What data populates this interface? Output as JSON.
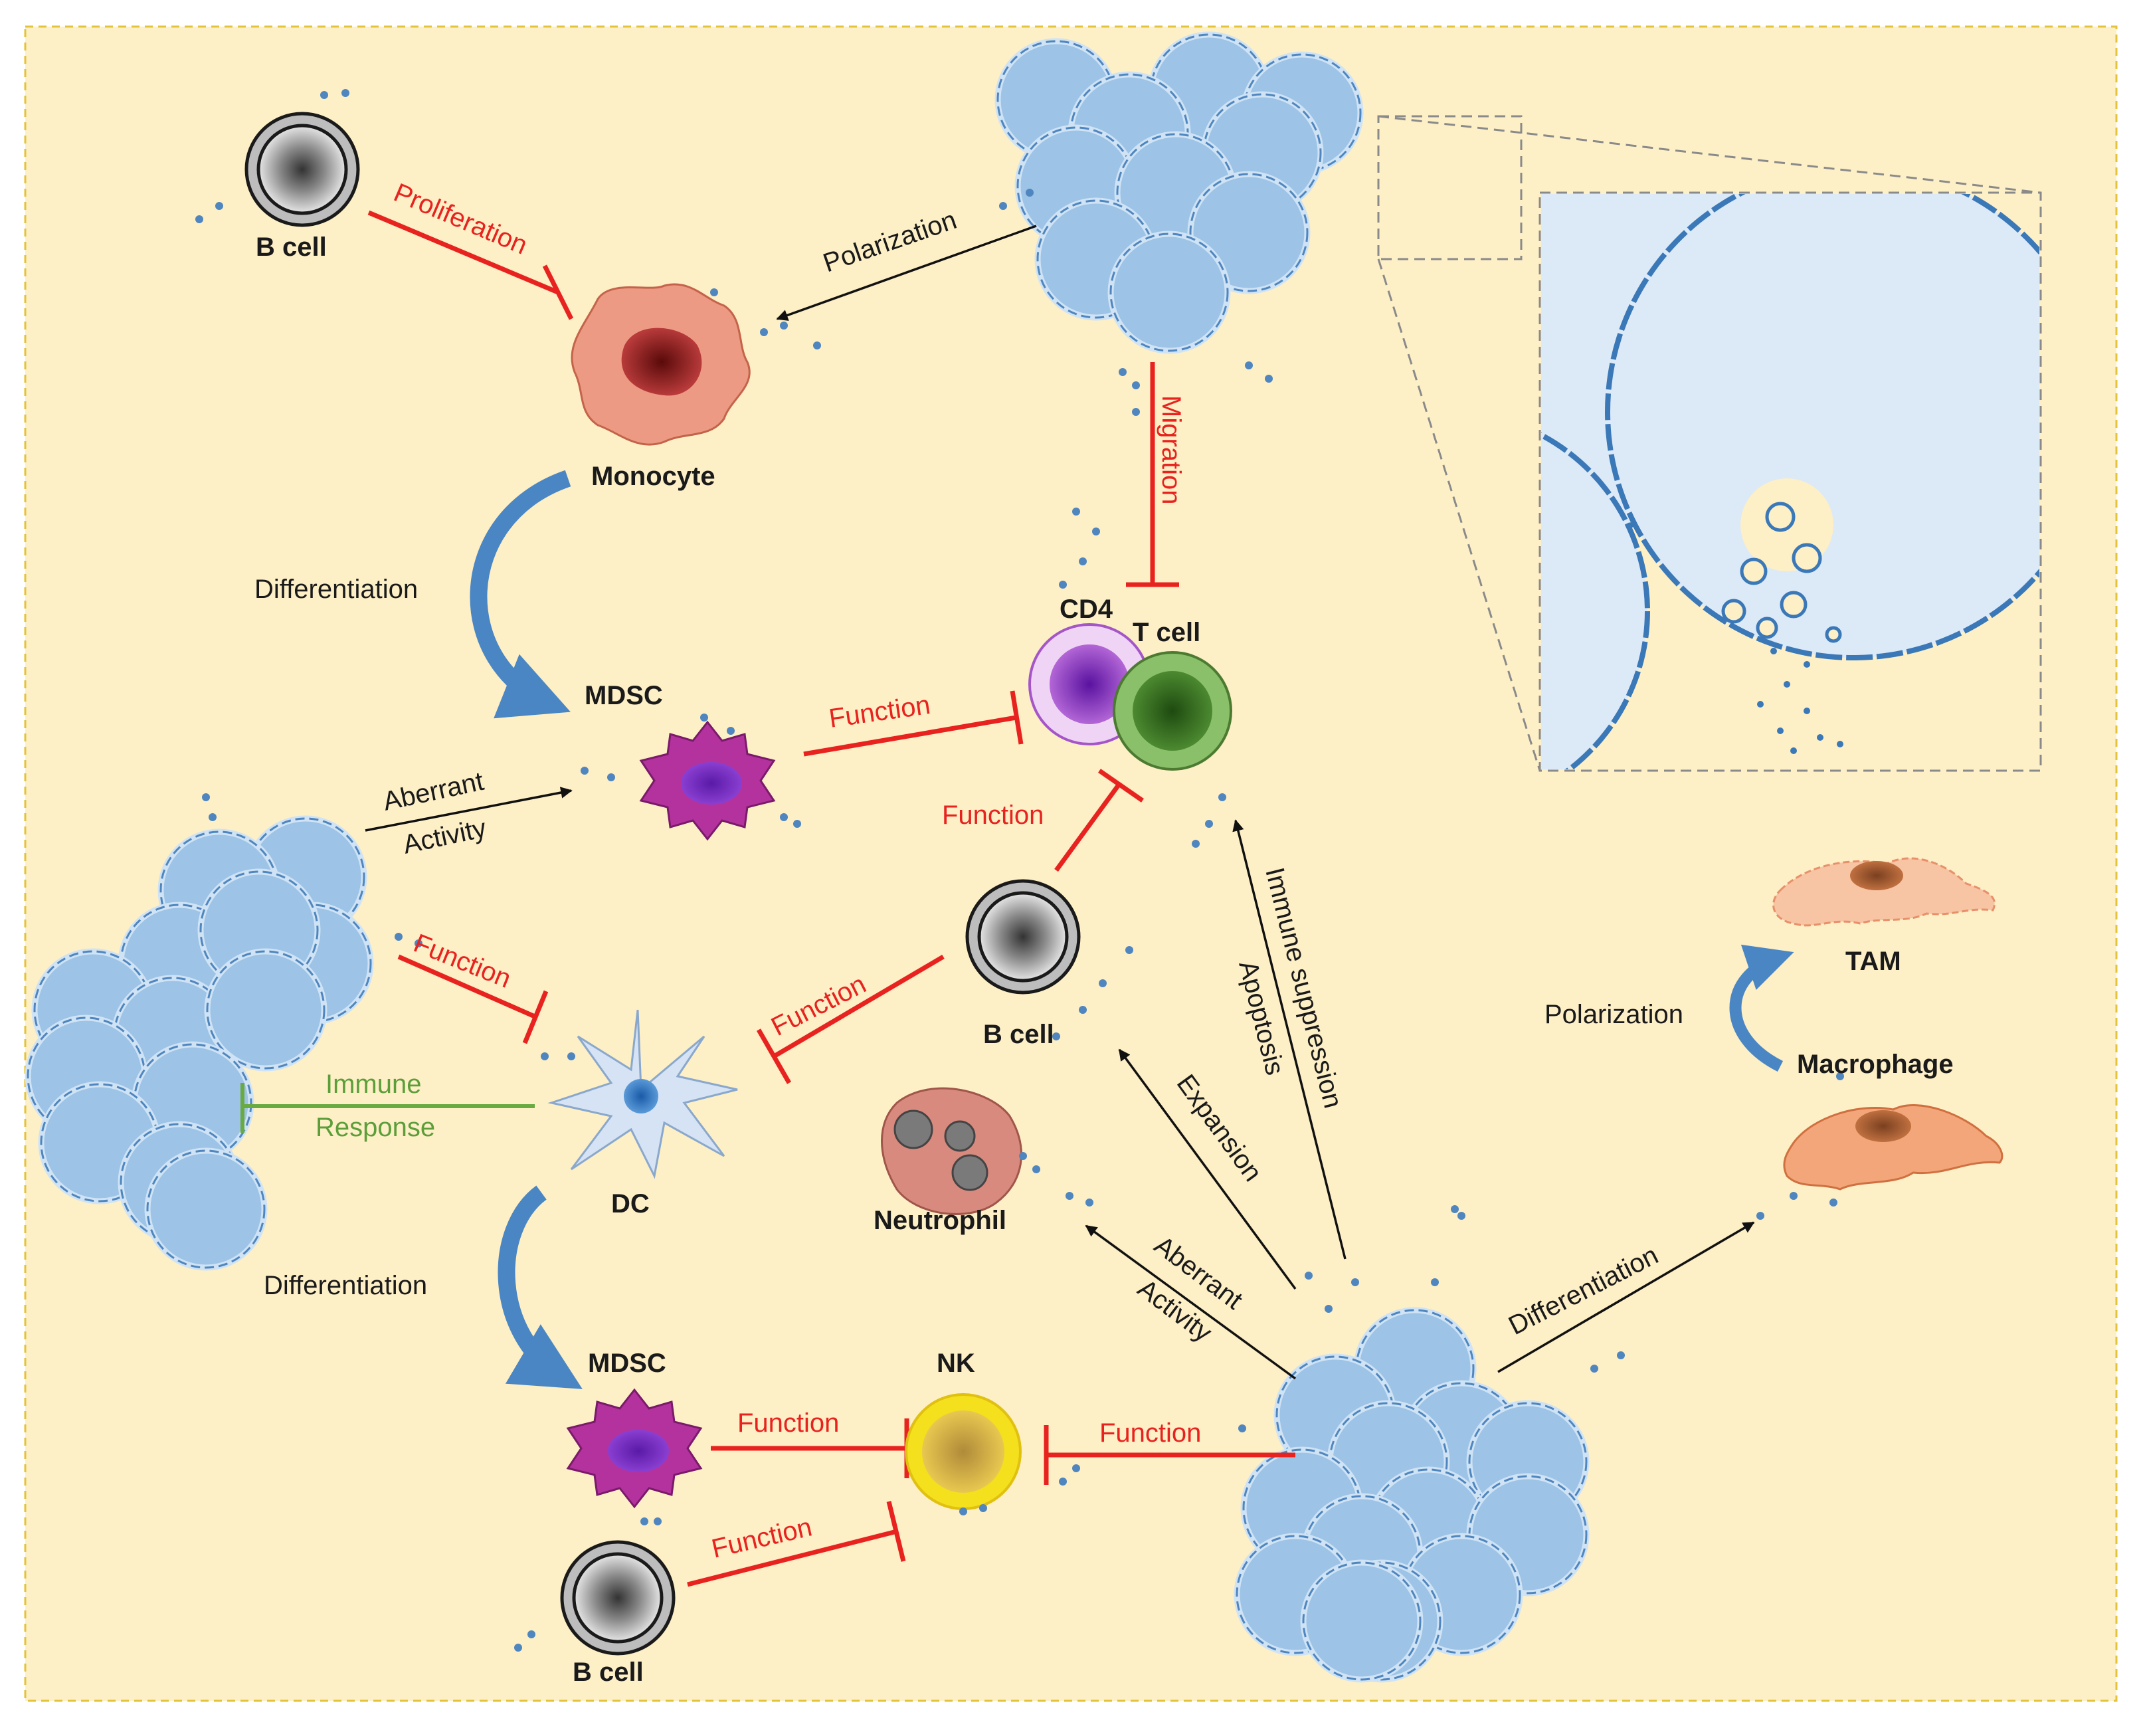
{
  "cells": {
    "b_cell_top": "B cell",
    "monocyte": "Monocyte",
    "mdsc_mid": "MDSC",
    "cd4": "CD4",
    "t_cell": "T cell",
    "b_cell_mid": "B cell",
    "neutrophil": "Neutrophil",
    "dc": "DC",
    "mdsc_bottom": "MDSC",
    "nk": "NK",
    "b_cell_bottom": "B cell",
    "tam": "TAM",
    "macrophage": "Macrophage"
  },
  "interactions": {
    "proliferation": "Proliferation",
    "polarization_top": "Polarization",
    "migration": "Migration",
    "differentiation_top": "Differentiation",
    "function_mdsc_t": "Function",
    "function_b_t": "Function",
    "aberrant_1": "Aberrant",
    "activity_1": "Activity",
    "function_tumor_dc": "Function",
    "function_b_dc": "Function",
    "immune": "Immune",
    "response": "Response",
    "immune_suppression": "Immune suppression",
    "apoptosis": "Apoptosis",
    "expansion": "Expansion",
    "aberrant_2": "Aberrant",
    "activity_2": "Activity",
    "differentiation_dc": "Differentiation",
    "differentiation_mac": "Differentiation",
    "polarization_mac": "Polarization",
    "function_mdsc_nk": "Function",
    "function_b_nk": "Function",
    "function_tumor_nk": "Function"
  },
  "colors": {
    "background": "#fdefc6",
    "border": "#e3c33a",
    "tumor_fill": "#9dc3e6",
    "tumor_stroke": "#4f86bf",
    "inhibition": "#e8231f",
    "immune_response": "#6aaa42",
    "activation": "#111111",
    "monocyte": "#ec9a83",
    "mdsc": "#b4329e",
    "nk": "#f4e01c",
    "t_cell": "#6aa842",
    "cd4": "#b366d6",
    "macrophage": "#f3a679"
  },
  "icons": [
    "tumor-cluster-icon",
    "b-cell-icon",
    "monocyte-icon",
    "mdsc-icon",
    "t-cell-icon",
    "dendritic-cell-icon",
    "neutrophil-icon",
    "nk-cell-icon",
    "macrophage-icon",
    "exosome-zoom-icon"
  ]
}
